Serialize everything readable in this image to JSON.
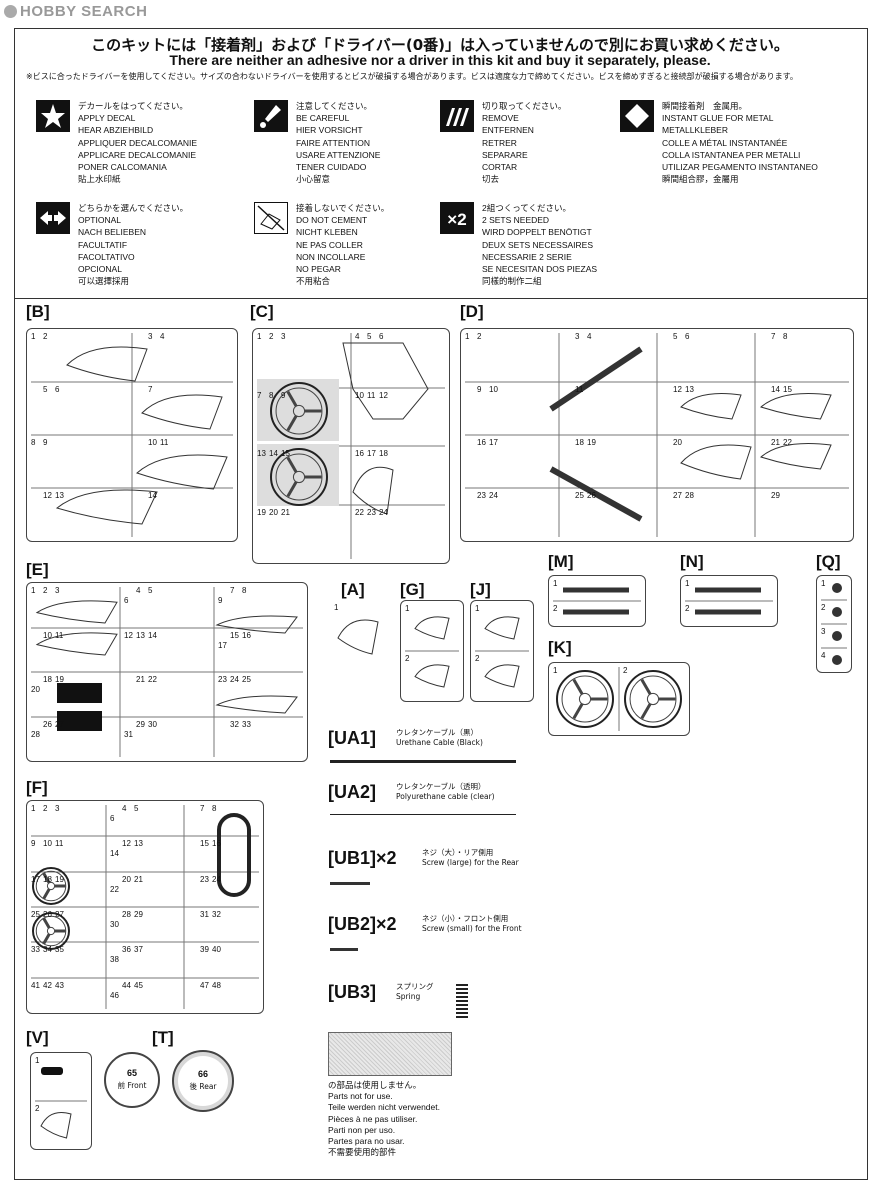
{
  "watermark": "HOBBY SEARCH",
  "header": {
    "jp": "このキットには「接着剤」および「ドライバー(0番)」は入っていませんので別にお買い求めください。",
    "en1": "There are neither an adhesive nor a driver in this kit and buy it separately, please.",
    "note": "※ビスに合ったドライバーを使用してください。サイズの合わないドライバーを使用するとビスが破損する場合があります。ビスは適度な力で締めてください。ビスを締めすぎると接続部が破損する場合があります。"
  },
  "legend": [
    {
      "icon": "star-icon",
      "lines": [
        "デカールをはってください。",
        "APPLY DECAL",
        "HEAR ABZIEHBILD",
        "APPLIQUER DECALCOMANIE",
        "APPLICARE DECALCOMANIE",
        "PONER CALCOMANIA",
        "貼上水印紙"
      ]
    },
    {
      "icon": "caution-icon",
      "lines": [
        "注意してください。",
        "BE CAREFUL",
        "HIER VORSICHT",
        "FAIRE ATTENTION",
        "USARE ATTENZIONE",
        "TENER CUIDADO",
        "小心留意"
      ]
    },
    {
      "icon": "cut-icon",
      "lines": [
        "切り取ってください。",
        "REMOVE",
        "ENTFERNEN",
        "RETRER",
        "SEPARARE",
        "CORTAR",
        "切去"
      ]
    },
    {
      "icon": "glue-diamond-icon",
      "lines": [
        "瞬間接着剤　金属用。",
        "INSTANT GLUE FOR METAL",
        "METALLKLEBER",
        "COLLE A MÉTAL INSTANTANÉE",
        "COLLA ISTANTANEA PER METALLI",
        "UTILIZAR PEGAMENTO INSTANTANEO",
        "瞬間組合膠，金屬用"
      ]
    },
    {
      "icon": "optional-arrows-icon",
      "lines": [
        "どちらかを選んでください。",
        "OPTIONAL",
        "NACH BELIEBEN",
        "FACULTATIF",
        "FACOLTATIVO",
        "OPCIONAL",
        "可以選擇採用"
      ]
    },
    {
      "icon": "no-cement-icon",
      "lines": [
        "接着しないでください。",
        "DO NOT CEMENT",
        "NICHT KLEBEN",
        "NE PAS COLLER",
        "NON INCOLLARE",
        "NO PEGAR",
        "不用粘合"
      ]
    },
    {
      "icon": "times-two-icon",
      "lines": [
        "2組つくってください。",
        "2 SETS NEEDED",
        "WIRD DOPPELT BENÖTIGT",
        "DEUX SETS NECESSAIRES",
        "NECESSARIE 2 SERIE",
        "SE NECESITAN DOS PIEZAS",
        "同樣的制作二組"
      ]
    }
  ],
  "icons": {
    "x2": "×2"
  },
  "trees": {
    "B": {
      "label": "[B]",
      "numbers": [
        "1",
        "2",
        "3",
        "4",
        "5",
        "6",
        "7",
        "8",
        "9",
        "10",
        "11",
        "12",
        "13",
        "14"
      ]
    },
    "C": {
      "label": "[C]",
      "numbers": [
        "1",
        "2",
        "3",
        "4",
        "5",
        "6",
        "7",
        "8",
        "9",
        "10",
        "11",
        "12",
        "13",
        "14",
        "15",
        "16",
        "17",
        "18",
        "19",
        "20",
        "21",
        "22",
        "23",
        "24"
      ]
    },
    "D": {
      "label": "[D]",
      "numbers": [
        "1",
        "2",
        "3",
        "4",
        "5",
        "6",
        "7",
        "8",
        "9",
        "10",
        "11",
        "12",
        "13",
        "14",
        "15",
        "16",
        "17",
        "18",
        "19",
        "20",
        "21",
        "22",
        "23",
        "24",
        "25",
        "26",
        "27",
        "28",
        "29"
      ]
    },
    "E": {
      "label": "[E]",
      "numbers": [
        "1",
        "2",
        "3",
        "4",
        "5",
        "6",
        "7",
        "8",
        "9",
        "10",
        "11",
        "12",
        "13",
        "14",
        "15",
        "16",
        "17",
        "18",
        "19",
        "20",
        "21",
        "22",
        "23",
        "24",
        "25",
        "26",
        "27",
        "28",
        "29",
        "30",
        "31",
        "32",
        "33"
      ]
    },
    "F": {
      "label": "[F]",
      "numbers": [
        "1",
        "2",
        "3",
        "4",
        "5",
        "6",
        "7",
        "8",
        "9",
        "10",
        "11",
        "12",
        "13",
        "14",
        "15",
        "16",
        "17",
        "18",
        "19",
        "20",
        "21",
        "22",
        "23",
        "24",
        "25",
        "26",
        "27",
        "28",
        "29",
        "30",
        "31",
        "32",
        "33",
        "34",
        "35",
        "36",
        "37",
        "38",
        "39",
        "40",
        "41",
        "42",
        "43",
        "44",
        "45",
        "46",
        "47",
        "48"
      ]
    },
    "A": {
      "label": "[A]",
      "numbers": [
        "1"
      ]
    },
    "G": {
      "label": "[G]",
      "numbers": [
        "1",
        "2"
      ]
    },
    "J": {
      "label": "[J]",
      "numbers": [
        "1",
        "2"
      ]
    },
    "M": {
      "label": "[M]",
      "numbers": [
        "1",
        "2"
      ]
    },
    "N": {
      "label": "[N]",
      "numbers": [
        "1",
        "2"
      ]
    },
    "Q": {
      "label": "[Q]",
      "numbers": [
        "1",
        "2",
        "3",
        "4"
      ]
    },
    "K": {
      "label": "[K]",
      "numbers": [
        "1",
        "2"
      ]
    },
    "V": {
      "label": "[V]",
      "numbers": [
        "1",
        "2"
      ]
    },
    "T": {
      "label": "[T]",
      "front_num": "65",
      "front_txt": "前 Front",
      "rear_num": "66",
      "rear_txt": "後 Rear"
    }
  },
  "extras": [
    {
      "code": "[UA1]",
      "jp": "ウレタンケーブル（黒）",
      "en": "Urethane Cable (Black)"
    },
    {
      "code": "[UA2]",
      "jp": "ウレタンケーブル（透明）",
      "en": "Polyurethane cable (clear)"
    },
    {
      "code": "[UB1]×2",
      "jp": "ネジ（大）・リア側用",
      "en": "Screw (large) for the Rear"
    },
    {
      "code": "[UB2]×2",
      "jp": "ネジ（小）・フロント側用",
      "en": "Screw (small) for the Front"
    },
    {
      "code": "[UB3]",
      "jp": "スプリング",
      "en": "Spring"
    }
  ],
  "unused": [
    "の部品は使用しません。",
    "Parts not for use.",
    "Teile werden nicht verwendet.",
    "Pièces à ne pas utiliser.",
    "Parti non per uso.",
    "Partes para no usar.",
    "不需要使用的部件"
  ]
}
